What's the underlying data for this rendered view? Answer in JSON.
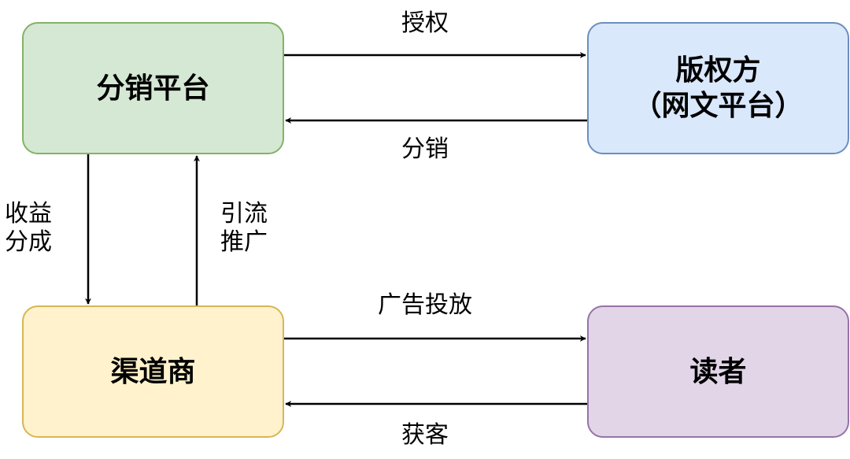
{
  "nodes": {
    "distribution_platform": {
      "label": "分销平台",
      "fill": "#d5e8d4",
      "stroke": "#82b366"
    },
    "copyright_owner": {
      "line1": "版权方",
      "line2": "（网文平台）",
      "fill": "#dae8fc",
      "stroke": "#6c8ebf"
    },
    "channel_vendor": {
      "label": "渠道商",
      "fill": "#fff2cc",
      "stroke": "#d6b656"
    },
    "reader": {
      "label": "读者",
      "fill": "#e1d5e7",
      "stroke": "#9673a6"
    }
  },
  "edges": {
    "authorize": {
      "label": "授权"
    },
    "distribute": {
      "label": "分销"
    },
    "revenue_share": {
      "line1": "收益",
      "line2": "分成"
    },
    "traffic_promo": {
      "line1": "引流",
      "line2": "推广"
    },
    "ad_delivery": {
      "label": "广告投放"
    },
    "acquire_customers": {
      "label": "获客"
    }
  }
}
